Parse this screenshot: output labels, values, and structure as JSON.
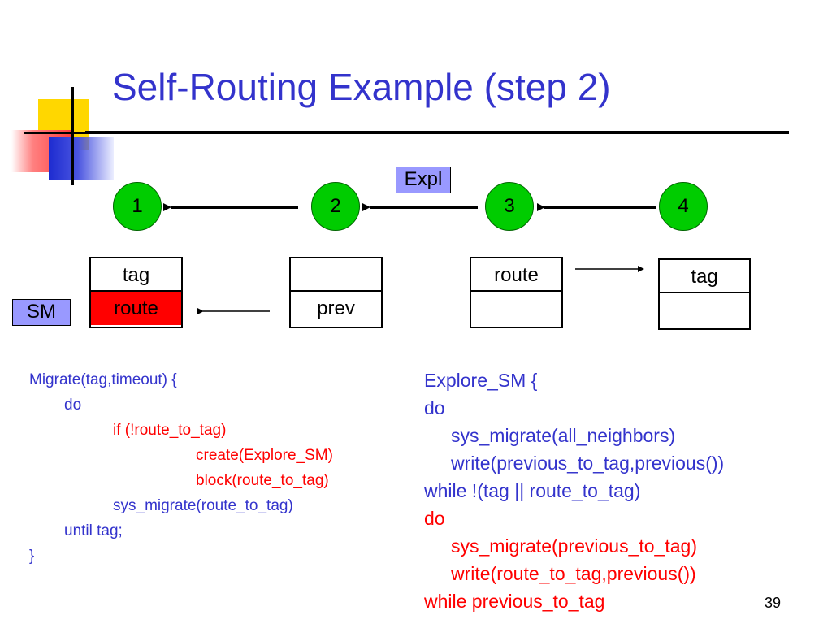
{
  "slide": {
    "title": "Self-Routing Example (step 2)",
    "page_number": "39"
  },
  "labels": {
    "expl": "Expl",
    "sm": "SM"
  },
  "nodes": [
    "1",
    "2",
    "3",
    "4"
  ],
  "tables": {
    "node1": {
      "top": "tag",
      "bottom": "route",
      "bottom_color": "#ff0000"
    },
    "node2": {
      "top": "",
      "bottom": "prev"
    },
    "node3": {
      "top": "route",
      "bottom": ""
    },
    "node4": {
      "top": "tag",
      "bottom": ""
    }
  },
  "code_left": [
    "Migrate(tag,timeout) {",
    "do",
    "if (!route_to_tag)",
    "create(Explore_SM)",
    "block(route_to_tag)",
    "sys_migrate(route_to_tag)",
    "until tag;",
    "}"
  ],
  "code_right": [
    "Explore_SM {",
    "do",
    "sys_migrate(all_neighbors)",
    "write(previous_to_tag,previous())",
    "while !(tag || route_to_tag)",
    "do",
    "sys_migrate(previous_to_tag)",
    "write(route_to_tag,previous())",
    "while previous_to_tag"
  ],
  "colors": {
    "title": "#3333cc",
    "code_blue": "#3333cc",
    "code_red": "#ff0000",
    "node_fill": "#00cc00",
    "label_fill": "#9999ff"
  }
}
